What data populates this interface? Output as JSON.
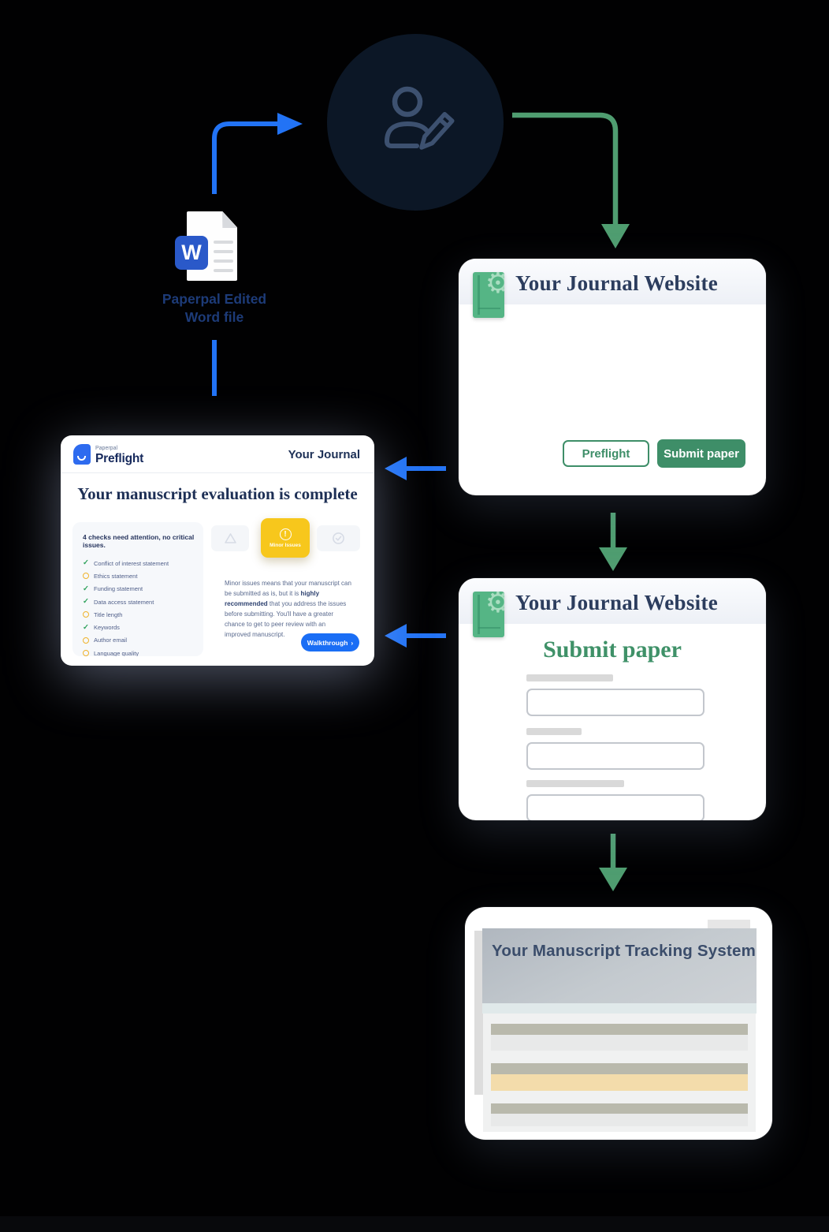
{
  "palette": {
    "blue_arrow": "#2273f5",
    "green_arrow": "#4f9d70",
    "journal_green": "#3e8e68",
    "minor_issues_yellow": "#f7c61b",
    "walkthrough_blue": "#1a6ef5",
    "word_badge_blue": "#2a59c9"
  },
  "author_node": {
    "icon": "person-with-pencil"
  },
  "word_file": {
    "badge_letter": "W",
    "label_line1": "Paperpal Edited",
    "label_line2": "Word file"
  },
  "journal_card_1": {
    "title": "Your Journal Website",
    "preflight_button": "Preflight",
    "submit_button": "Submit paper"
  },
  "journal_card_2": {
    "title": "Your Journal Website",
    "heading": "Submit paper"
  },
  "preflight_card": {
    "logo_product": "Paperpal",
    "logo_name": "Preflight",
    "journal_label": "Your Journal",
    "heading": "Your manuscript evaluation is complete",
    "checklist_summary": "4 checks need attention, no critical issues.",
    "checklist_items": [
      {
        "label": "Conflict of interest statement",
        "status": "pass"
      },
      {
        "label": "Ethics statement",
        "status": "warn"
      },
      {
        "label": "Funding statement",
        "status": "pass"
      },
      {
        "label": "Data access statement",
        "status": "pass"
      },
      {
        "label": "Title length",
        "status": "warn"
      },
      {
        "label": "Keywords",
        "status": "pass"
      },
      {
        "label": "Author email",
        "status": "warn"
      },
      {
        "label": "Language quality",
        "status": "warn"
      }
    ],
    "status_tile_label": "Minor Issues",
    "description": {
      "before": "Minor issues means that your manuscript can be submitted as is, but it is ",
      "bold": "highly recommended",
      "after": " that you address the issues before submitting. You'll have a greater chance to get to peer review with an improved manuscript."
    },
    "walkthrough_label": "Walkthrough",
    "walkthrough_chevron": "›"
  },
  "tracking_card": {
    "title": "Your Manuscript Tracking System"
  }
}
